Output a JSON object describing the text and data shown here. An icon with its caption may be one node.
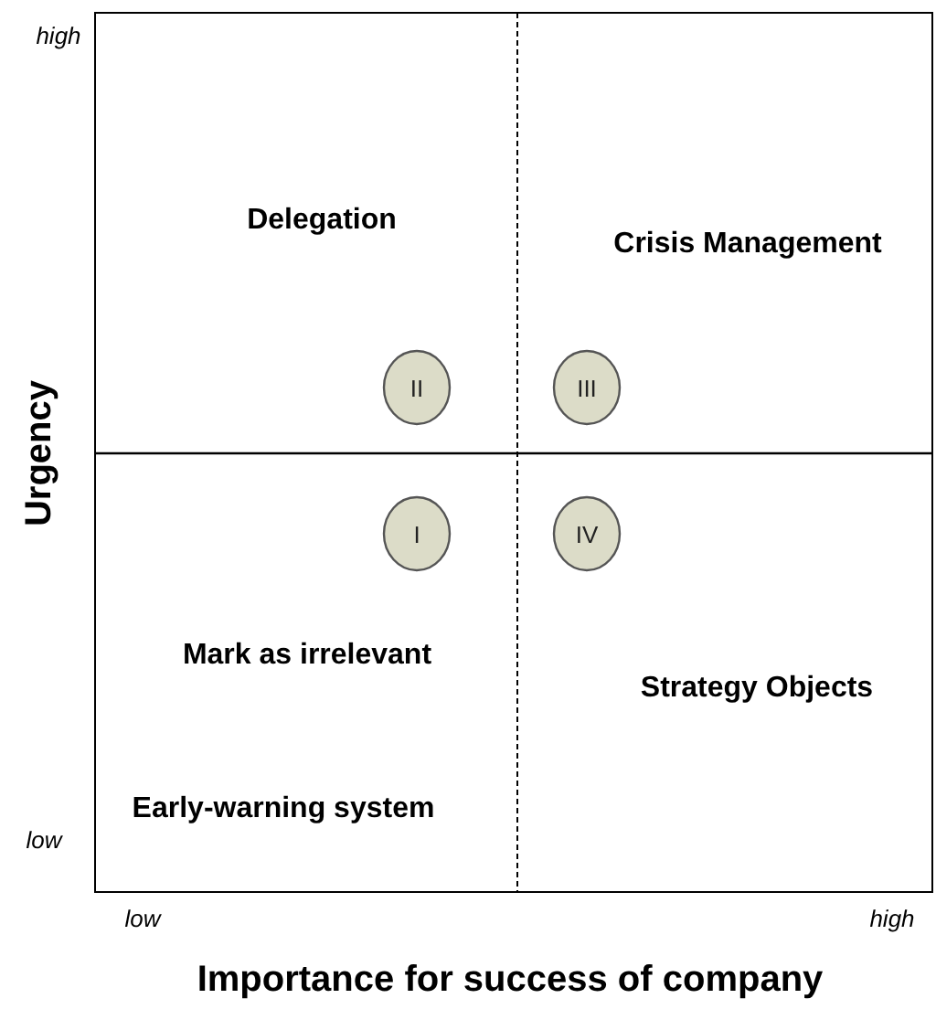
{
  "diagram": {
    "nodes": [
      {
        "text": [
          "II"
        ]
      },
      {
        "text": [
          "III"
        ]
      },
      {
        "text": [
          "I"
        ]
      },
      {
        "text": [
          "IV"
        ]
      }
    ],
    "labels": [
      "high",
      "Delegation",
      "Crisis Management",
      "Urgency",
      "Mark as irrelevant",
      "Strategy Objects",
      "Early-warning system",
      "low",
      "low",
      "high",
      "Importance for success of company"
    ]
  }
}
